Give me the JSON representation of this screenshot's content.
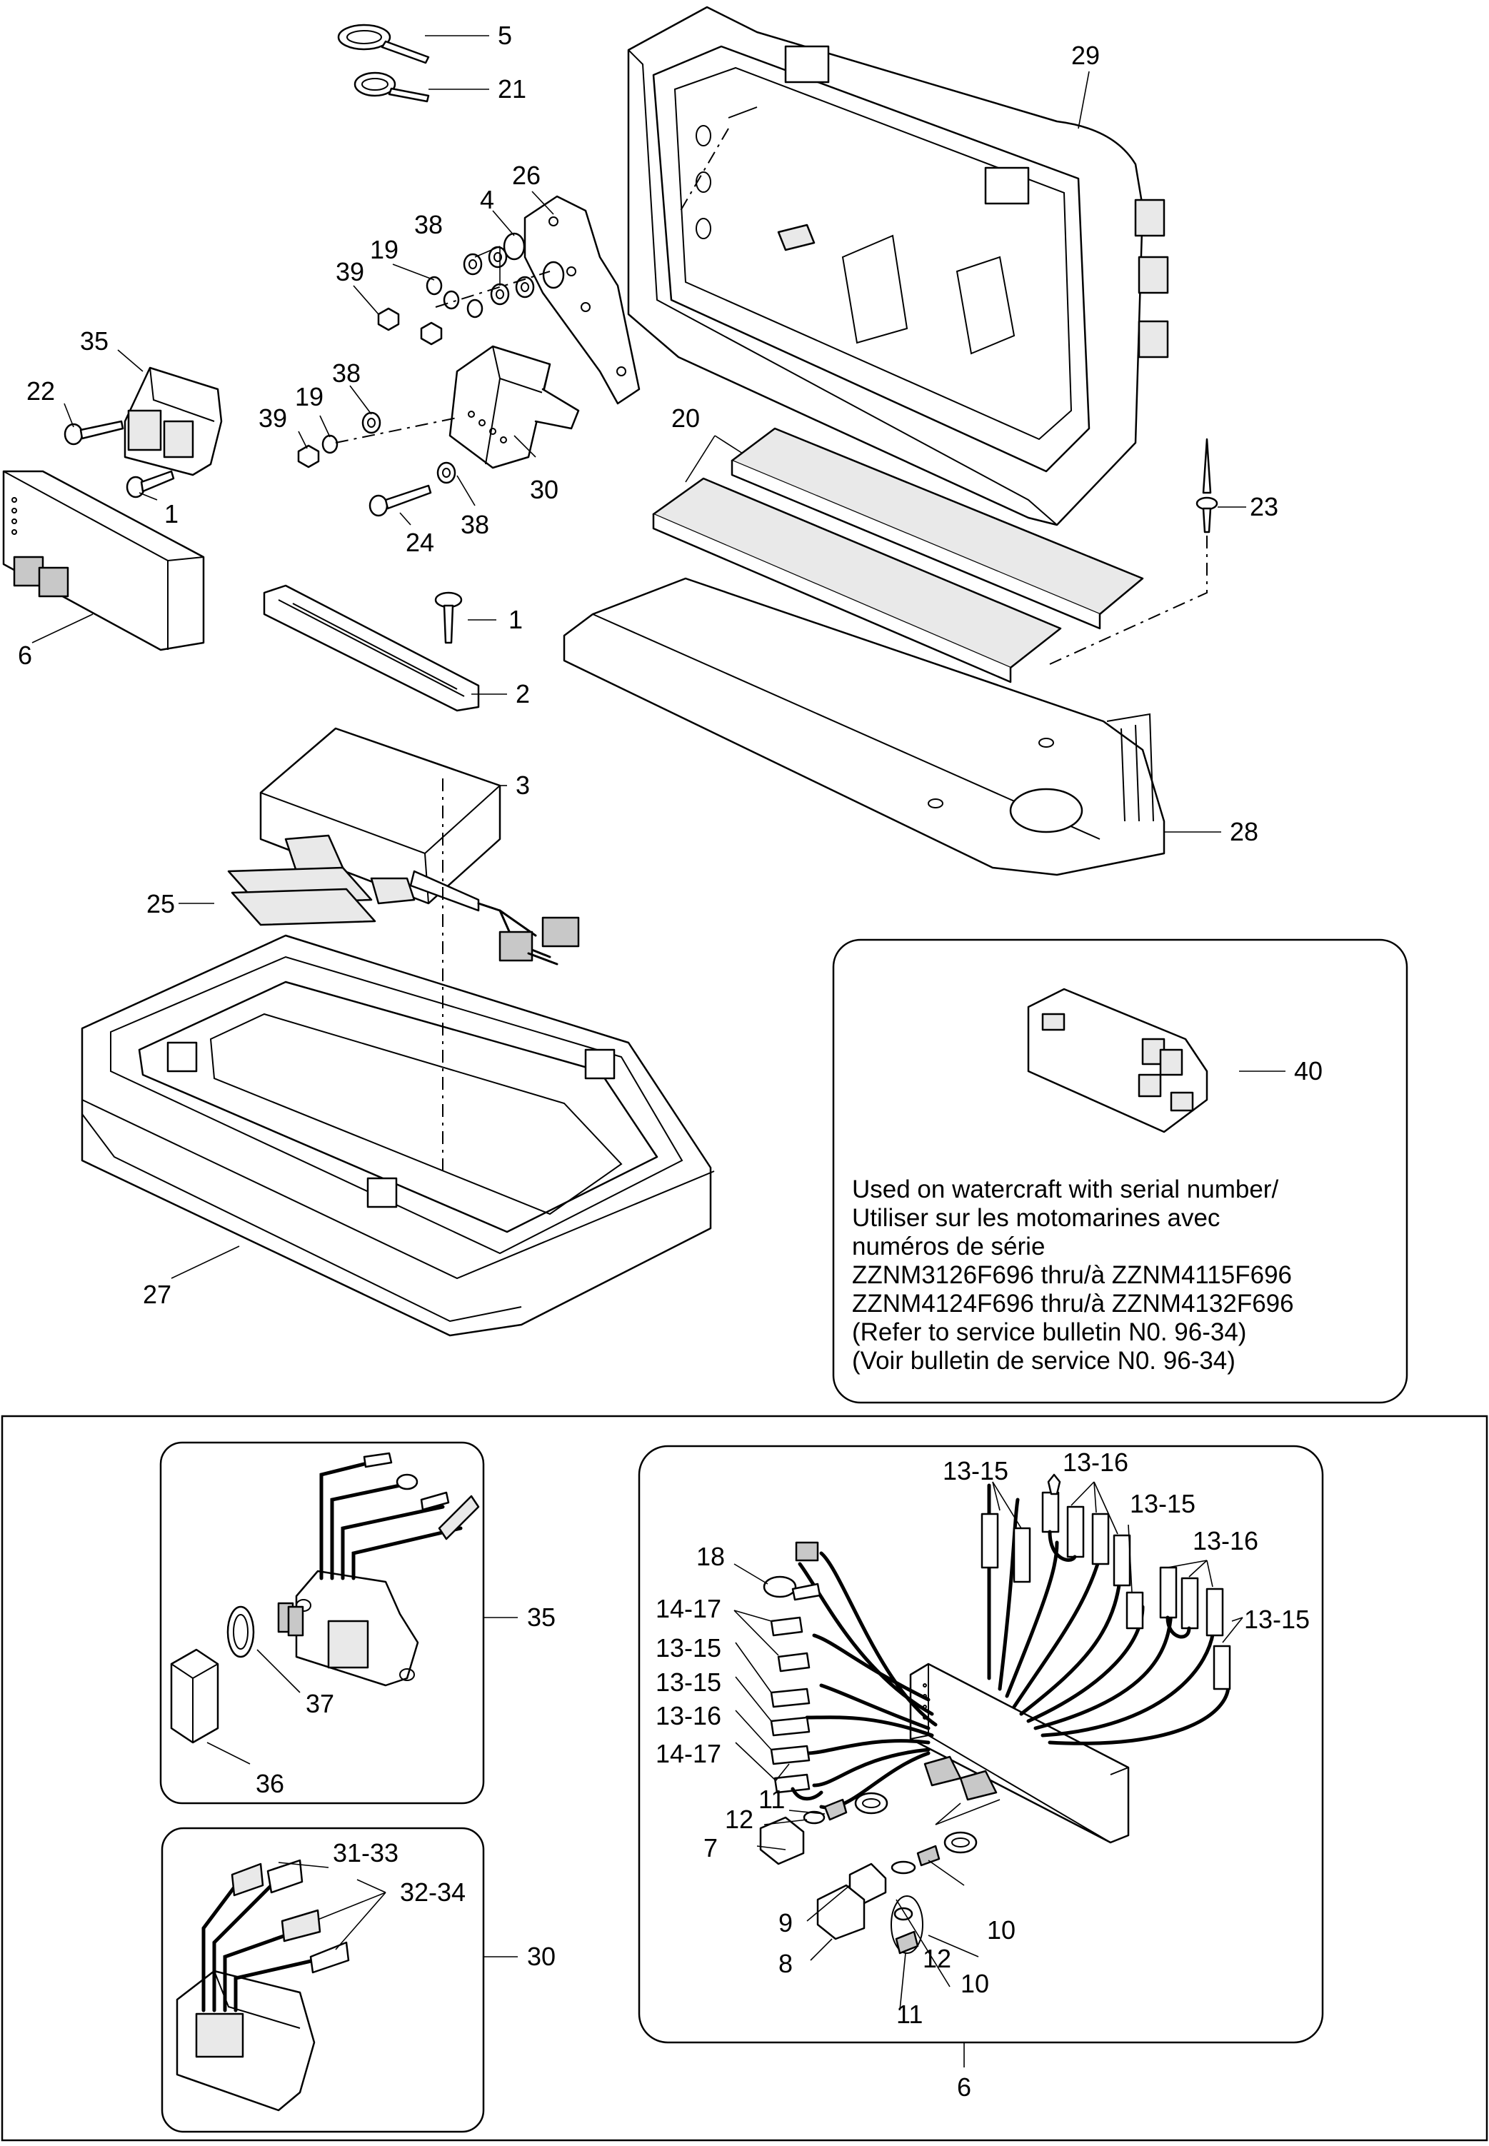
{
  "callouts": {
    "c5": "5",
    "c21": "21",
    "c29": "29",
    "c26": "26",
    "c4": "4",
    "c38a": "38",
    "c19a": "19",
    "c39a": "39",
    "c35": "35",
    "c22": "22",
    "c1a": "1",
    "c38b": "38",
    "c19b": "19",
    "c39b": "39",
    "c20": "20",
    "c23": "23",
    "c30": "30",
    "c24": "24",
    "c38c": "38",
    "c6": "6",
    "c1b": "1",
    "c2": "2",
    "c3": "3",
    "c28": "28",
    "c25": "25",
    "c40": "40",
    "c27": "27"
  },
  "note_lines": [
    "Used on watercraft with serial number/",
    "Utiliser sur les motomarines avec",
    "numéros de série",
    "ZZNM3126F696 thru/à ZZNM4115F696",
    "ZZNM4124F696 thru/à ZZNM4132F696",
    "(Refer to service bulletin N0. 96-34)",
    "(Voir bulletin de service N0. 96-34)"
  ],
  "inset35": {
    "c35": "35",
    "c37": "37",
    "c36": "36"
  },
  "inset30": {
    "c31_33": "31-33",
    "c32_34": "32-34",
    "c30": "30"
  },
  "inset6": {
    "c13_15a": "13-15",
    "c13_16a": "13-16",
    "c13_15b": "13-15",
    "c13_16b": "13-16",
    "c13_15c": "13-15",
    "c18": "18",
    "c14_17a": "14-17",
    "c13_15d": "13-15",
    "c13_15e": "13-15",
    "c13_16c": "13-16",
    "c14_17b": "14-17",
    "c11a": "11",
    "c12a": "12",
    "c7": "7",
    "c9": "9",
    "c10a": "10",
    "c12b": "12",
    "c8": "8",
    "c10b": "10",
    "c11b": "11",
    "c6": "6"
  }
}
